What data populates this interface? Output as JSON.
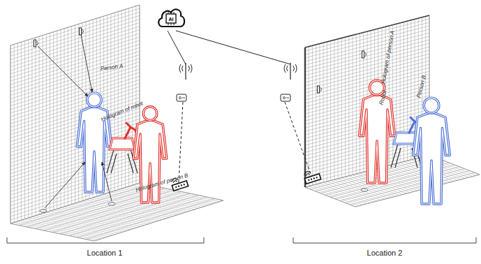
{
  "diagram": {
    "nodes": [
      {
        "text": [
          "AI"
        ]
      }
    ],
    "labels": [
      "Person A",
      "Hologram of robot",
      "Hologram of person B",
      "Location 1",
      "Hologram of person A",
      "Robot",
      "Person B",
      "Location 2"
    ]
  }
}
